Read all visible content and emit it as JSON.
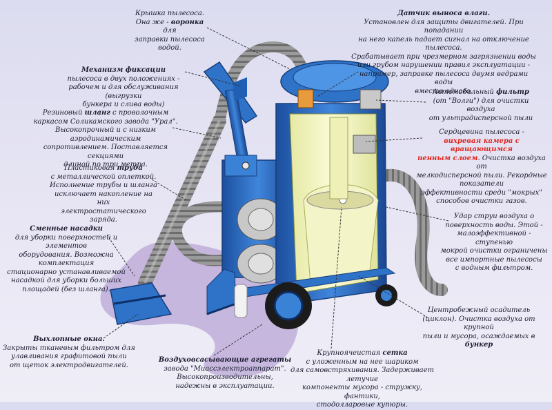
{
  "colors": {
    "accent": "#2e73c8",
    "tank": "#f6f7c4",
    "hose": "#8c8c8c",
    "highlight": "#e0241b",
    "puddle": "#b9a5d6"
  },
  "labels": {
    "lid": {
      "l1": "Крышка пылесоса.",
      "l2a": "Она же - ",
      "l2b": "воронка",
      "l2c": " для",
      "l3": "заправки пылесоса водой."
    },
    "sensor": {
      "title": "Датчик выноса влаги.",
      "l1": "Установлен для защиты двигателей. При попадании",
      "l2": "на него капель падает сигнал на отключение пылесоса.",
      "l3": "Срабатывает при чрезмерном загрязнении воды",
      "l4": "или грубом нарушении правил эксплуатации -",
      "l5": "например, заправке пылесоса двумя ведрами воды",
      "l6": "вместо одного."
    },
    "fix": {
      "title": "Механизм фиксации",
      "l1": "пылесоса в двух положениях -",
      "l2": "рабочем и для обслуживания (выгрузки",
      "l3": "бункера и слива воды)"
    },
    "filter": {
      "l1a": "Автомобильный ",
      "l1b": "фильтр",
      "l2": "(от \"Волги\") для очистки воздуха",
      "l3": "от ультрадисперсной пыли"
    },
    "hose": {
      "l1a": "Резиновый ",
      "l1b": "шланг",
      "l1c": " с проволочным",
      "l2": "каркасом Соликамского завода \"Урал\".",
      "l3": "Высокопрочный и с низким аэродинамическим",
      "l4": "сопротивлением. Поставляется секциями",
      "l5": "длиной по три метра."
    },
    "core": {
      "l1": "Сердцевина пылесоса -",
      "l2": "вихревая камера с вращающимся",
      "l3a": "пенным слоем",
      "l3b": ". Очистка воздуха от",
      "l4": "мелкодисперсной пыли. Рекордные показатели",
      "l5": "эффективности среди \"мокрых\"",
      "l6": "способов очистки газов."
    },
    "pipe": {
      "l1a": "Пластиковая ",
      "l1b": "труба",
      "l2": "с металлической оплеткой.",
      "l3": "Исполнение трубы и шланга",
      "l4": "исключает накопление на них",
      "l5": "электростатического заряда."
    },
    "nozzles": {
      "title": "Сменные насадки",
      "l1": "для уборки поверхностей и элементов",
      "l2": "оборудования. Возможна комплектация",
      "l3": "стационарно устанавливаемой",
      "l4": "насадкой для уборки больших",
      "l5": "площадей (без шланга)."
    },
    "jet": {
      "l1": "Удар струи воздуха о",
      "l2": "поверхность воды. Этой -",
      "l3": "малоэффективной - ступенью",
      "l4": "мокрой очистки ограничены",
      "l5": "все импортные пылесосы",
      "l6": "с водным фильтром."
    },
    "cyclone": {
      "l1": "Центробежный осадитель",
      "l2": "(циклон). Очистка воздуха от крупной",
      "l3": "пыли и мусора, осаждаемых в",
      "l4": "бункер"
    },
    "exhaust": {
      "title": "Выхлопные окна.",
      "l1": "Закрыты тканевым фильтром для",
      "l2": "улавливания графитовой пыли",
      "l3": "от щеток электродвигателей."
    },
    "aggr": {
      "title": "Воздуховсасывающие агрегаты",
      "l1": "завода \"Миассэлектроаппарат\".",
      "l2": "Высокопроизводительны,",
      "l3": "надежны в эксплуатации."
    },
    "mesh": {
      "l1a": "Крупноячеистая ",
      "l1b": "сетка",
      "l2": "с уложенным на нее шариком",
      "l3": "для самовстряхивания. Задерживает летучие",
      "l4": "компоненты мусора - стружку, фантики,",
      "l5": "стодолларовые купюры."
    }
  }
}
